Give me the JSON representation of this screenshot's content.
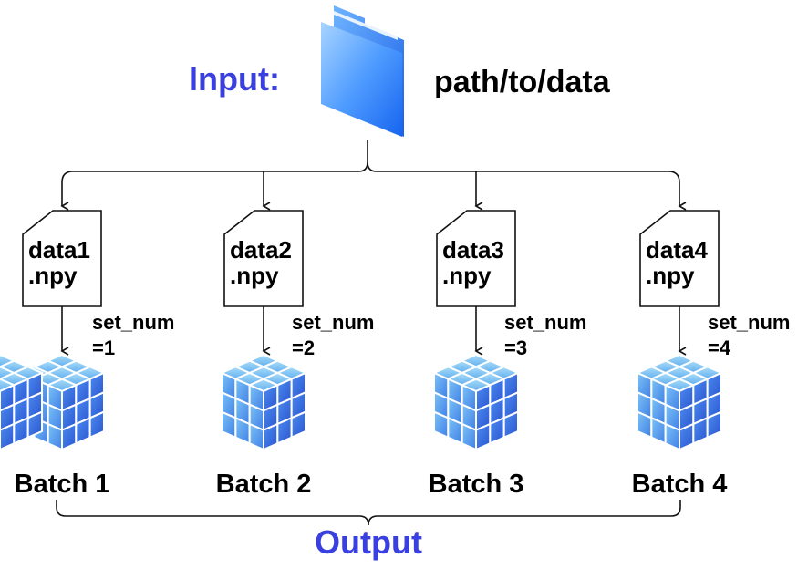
{
  "input": {
    "label": "Input:",
    "path": "path/to/data",
    "icon": "folder-icon"
  },
  "branches": [
    {
      "file_line1": "data1",
      "file_line2": ".npy",
      "set_line1": "set_num",
      "set_line2": "=1",
      "batch": "Batch 1"
    },
    {
      "file_line1": "data2",
      "file_line2": ".npy",
      "set_line1": "set_num",
      "set_line2": "=2",
      "batch": "Batch 2"
    },
    {
      "file_line1": "data3",
      "file_line2": ".npy",
      "set_line1": "set_num",
      "set_line2": "=3",
      "batch": "Batch 3"
    },
    {
      "file_line1": "data4",
      "file_line2": ".npy",
      "set_line1": "set_num",
      "set_line2": "=4",
      "batch": "Batch 4"
    }
  ],
  "output": {
    "label": "Output"
  },
  "colors": {
    "accent": "#3a3fe0",
    "cube_light": "#8fd0f5",
    "cube_dark": "#2a5fd6"
  }
}
